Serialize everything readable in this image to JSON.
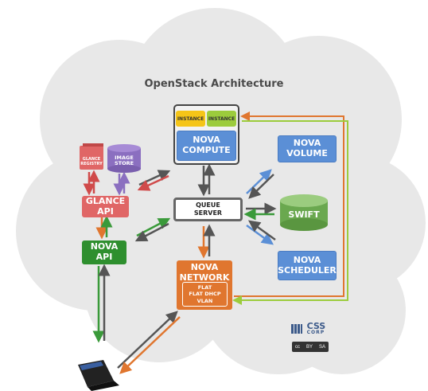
{
  "title": "OpenStack Architecture",
  "nodes": {
    "instance_1": "INSTANCE",
    "instance_2": "INSTANCE",
    "nova_compute": "NOVA\nCOMPUTE",
    "glance_registry": "GLANCE\nREGISTRY",
    "image_store": "IMAGE\nSTORE",
    "glance_api": "GLANCE\nAPI",
    "queue_server": "QUEUE\nSERVER",
    "nova_volume": "NOVA\nVOLUME",
    "swift": "SWIFT",
    "nova_api": "NOVA\nAPI",
    "nova_scheduler": "NOVA\nSCHEDULER",
    "nova_network": "NOVA\nNETWORK",
    "network_modes": [
      "FLAT",
      "FLAT DHCP",
      "VLAN"
    ]
  },
  "logos": {
    "css_corp_line1": "CSS",
    "css_corp_line2": "CORP",
    "cc_badge": [
      "cc",
      "BY",
      "SA"
    ]
  },
  "colors": {
    "cloud": "#e8e8e8",
    "compute_blue": "#5b8fd6",
    "glance_red": "#e06666",
    "nova_api_green": "#2e8f2e",
    "network_orange": "#e0762f",
    "instance_yellow": "#f5c518",
    "instance_green": "#9ccc3c",
    "swift_green": "#6aa84f",
    "arrow_dark": "#555555",
    "arrow_blue": "#5b8fd6",
    "arrow_green": "#3a9a3a",
    "arrow_red": "#d04a4a",
    "arrow_orange": "#e0762f",
    "arrow_lime": "#9ccc3c"
  }
}
